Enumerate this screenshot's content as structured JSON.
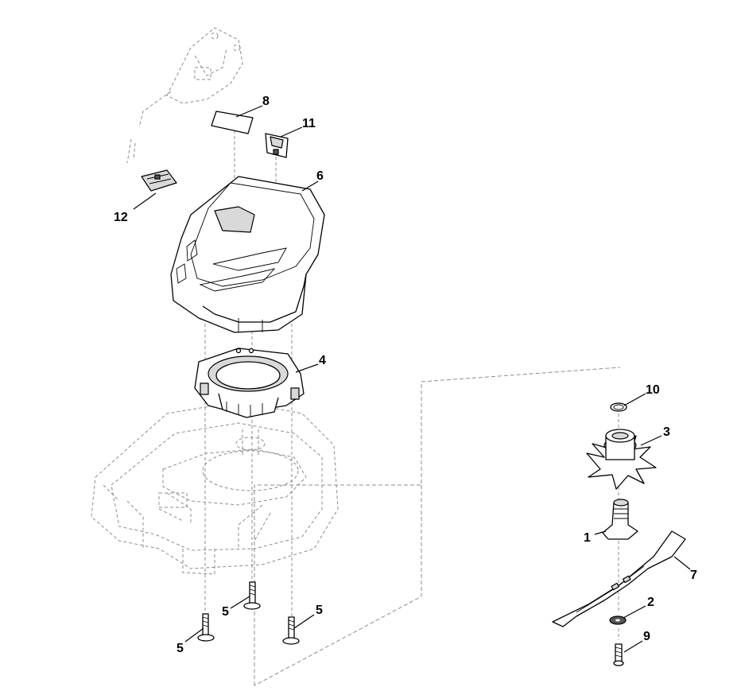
{
  "callouts": [
    {
      "id": "c1",
      "label": "1"
    },
    {
      "id": "c2",
      "label": "2"
    },
    {
      "id": "c3",
      "label": "3"
    },
    {
      "id": "c4",
      "label": "4"
    },
    {
      "id": "c5a",
      "label": "5"
    },
    {
      "id": "c5b",
      "label": "5"
    },
    {
      "id": "c5c",
      "label": "5"
    },
    {
      "id": "c6",
      "label": "6"
    },
    {
      "id": "c7",
      "label": "7"
    },
    {
      "id": "c8",
      "label": "8"
    },
    {
      "id": "c9",
      "label": "9"
    },
    {
      "id": "c10",
      "label": "10"
    },
    {
      "id": "c11",
      "label": "11"
    },
    {
      "id": "c12",
      "label": "12"
    }
  ]
}
